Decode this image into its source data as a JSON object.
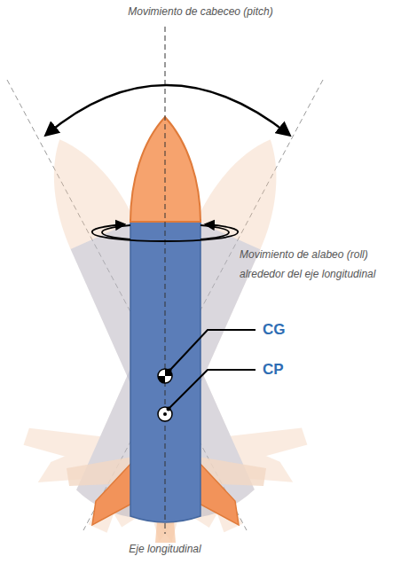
{
  "diagram": {
    "labels": [
      "Movimiento de cabeceo (pitch)",
      "Movimiento de alabeo (roll) alrededor del eje longitudinal",
      "CG",
      "CP",
      "Eje longitudinal"
    ]
  }
}
